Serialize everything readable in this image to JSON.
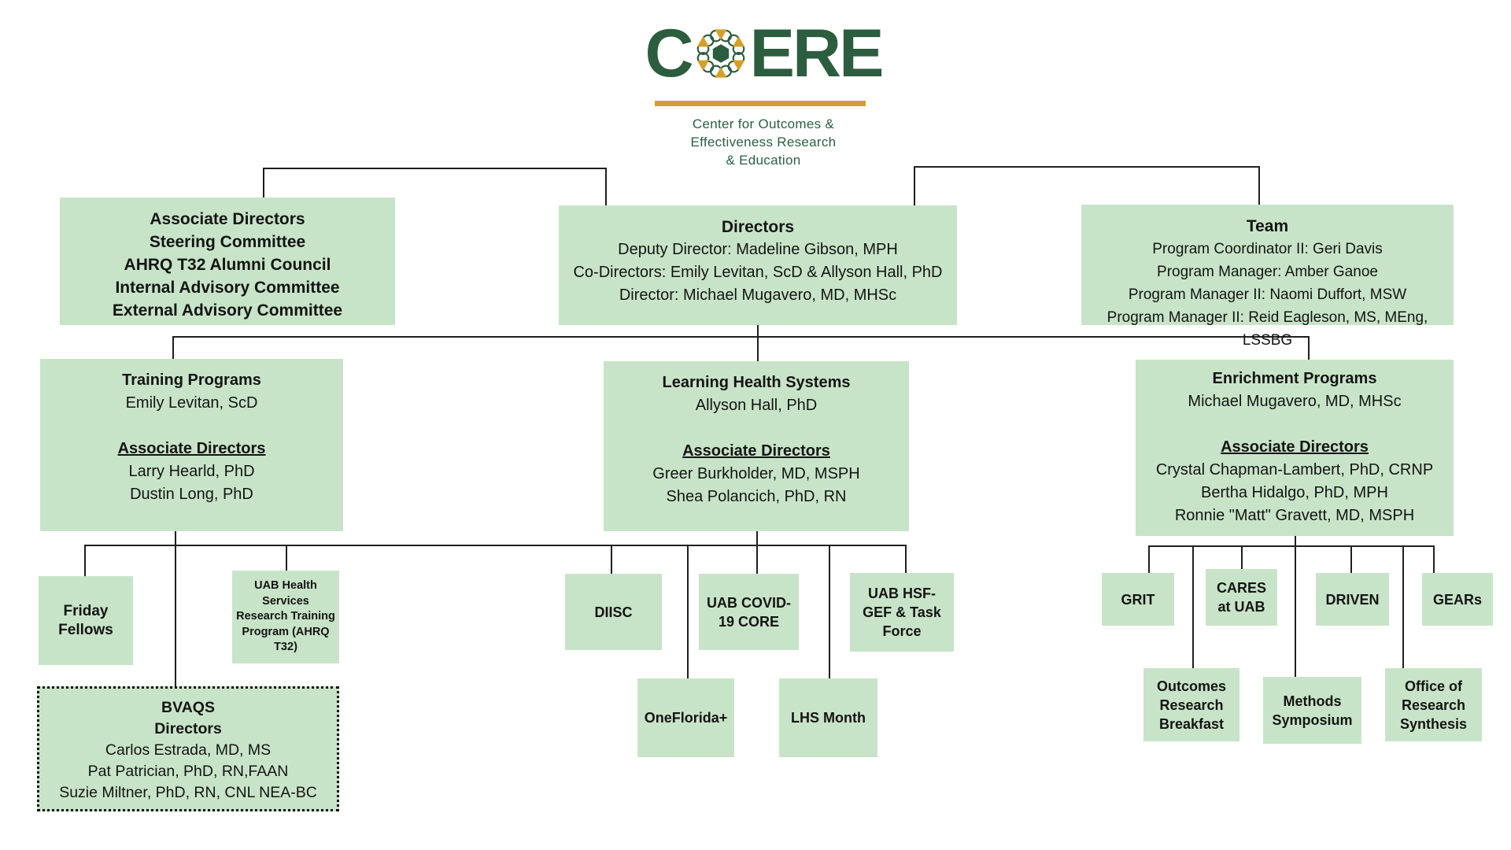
{
  "logo": {
    "word_start": "C",
    "word_end": "ERE",
    "tagline_line1": "Center for Outcomes &",
    "tagline_line2": "Effectiveness Research",
    "tagline_line3": "& Education"
  },
  "colors": {
    "brand_green": "#2b5d3e",
    "brand_gold": "#d3a029",
    "box_fill": "#c8e4c8",
    "connector": "#1f1f1f"
  },
  "boxes": {
    "committees": {
      "lines": [
        "Associate Directors",
        "Steering Committee",
        "AHRQ T32 Alumni Council",
        "Internal Advisory Committee",
        "External Advisory Committee"
      ]
    },
    "directors": {
      "title": "Directors",
      "lines": [
        "Deputy Director: Madeline Gibson, MPH",
        "Co-Directors: Emily Levitan, ScD & Allyson Hall, PhD",
        "Director: Michael Mugavero, MD, MHSc"
      ]
    },
    "team": {
      "title": "Team",
      "lines": [
        "Program Coordinator II: Geri Davis",
        "Program Manager: Amber Ganoe",
        "Program Manager II: Naomi Duffort, MSW",
        "Program Manager II: Reid Eagleson, MS, MEng, LSSBG"
      ]
    },
    "training": {
      "title": "Training Programs",
      "lead": "Emily Levitan, ScD",
      "subtitle": "Associate Directors",
      "members": [
        "Larry Hearld, PhD",
        "Dustin Long, PhD"
      ]
    },
    "lhs": {
      "title": "Learning Health Systems",
      "lead": "Allyson Hall, PhD",
      "subtitle": "Associate Directors",
      "members": [
        "Greer Burkholder, MD, MSPH",
        "Shea Polancich, PhD, RN"
      ]
    },
    "enrichment": {
      "title": "Enrichment Programs",
      "lead": "Michael Mugavero, MD, MHSc",
      "subtitle": "Associate Directors",
      "members": [
        "Crystal Chapman-Lambert, PhD, CRNP",
        "Bertha Hidalgo, PhD, MPH",
        "Ronnie \"Matt\" Gravett, MD, MSPH"
      ]
    },
    "friday": {
      "label": "Friday Fellows"
    },
    "t32": {
      "label": "UAB Health Services Research Training Program (AHRQ T32)"
    },
    "bvaqs": {
      "title": "BVAQS",
      "subtitle": "Directors",
      "members": [
        "Carlos Estrada, MD, MS",
        "Pat Patrician, PhD, RN,FAAN",
        "Suzie Miltner, PhD, RN, CNL NEA-BC"
      ]
    },
    "diisc": {
      "label": "DIISC"
    },
    "covid": {
      "label": "UAB COVID-19 CORE"
    },
    "hsf": {
      "label": "UAB HSF-GEF & Task Force"
    },
    "oneflorida": {
      "label": "OneFlorida+"
    },
    "lhsmonth": {
      "label": "LHS Month"
    },
    "grit": {
      "label": "GRIT"
    },
    "cares": {
      "label": "CARES at UAB"
    },
    "driven": {
      "label": "DRIVEN"
    },
    "gears": {
      "label": "GEARs"
    },
    "outcomes": {
      "label": "Outcomes Research Breakfast"
    },
    "methods": {
      "label": "Methods Symposium"
    },
    "office": {
      "label": "Office of Research Synthesis"
    }
  }
}
